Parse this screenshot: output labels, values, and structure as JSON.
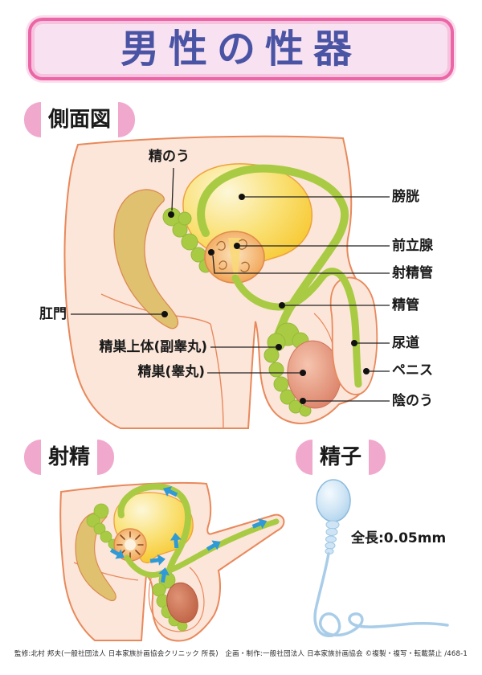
{
  "header": {
    "title": "男性の性器"
  },
  "sections": {
    "side_view": "側面図",
    "ejaculation": "射精",
    "sperm": "精子"
  },
  "side_view_labels": {
    "seminal_vesicle": "精のう",
    "bladder": "膀胱",
    "prostate": "前立腺",
    "ejaculatory_duct": "射精管",
    "vas_deferens": "精管",
    "anus": "肛門",
    "epididymis": "精巣上体(副睾丸)",
    "testis": "精巣(睾丸)",
    "urethra": "尿道",
    "penis": "ペニス",
    "scrotum": "陰のう"
  },
  "sperm_info": {
    "total_length": "全長:0.05mm"
  },
  "footer": {
    "credit": "監修:北村 邦夫(一般社団法人 日本家族計画協会クリニック 所長)　企画・制作:一般社団法人 日本家族計画協会 ©複製・複写・転載禁止 /468-1"
  },
  "colors": {
    "header_text": "#4a54a4",
    "header_border": "#eb66a7",
    "header_bg": "#f8e1f0",
    "capsule_pink": "#f0a9cd",
    "skin": "#fce6d9",
    "skin_outline": "#e8895c",
    "duct_green": "#a9cb44",
    "bladder_yellow": "#f6c21e",
    "colon_tan": "#dfc170",
    "prostate_orange": "#f1a04e",
    "testis_pink": "#d97e64",
    "arrow_blue": "#2f9ad5",
    "sperm_blue": "#cfe5f5"
  }
}
